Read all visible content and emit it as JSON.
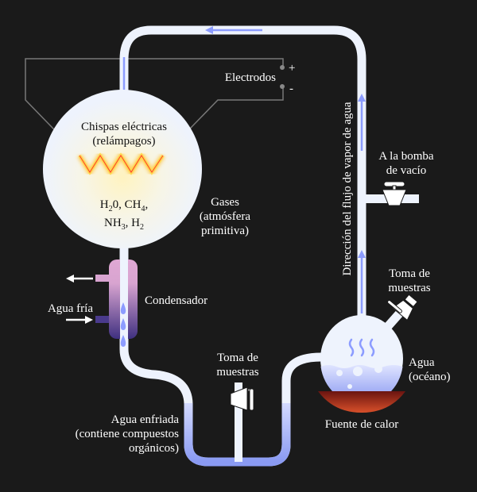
{
  "colors": {
    "background": "#1a1a1a",
    "tube": "#eef3fd",
    "flow_arrow": "#8c9cff",
    "wire": "#777777",
    "spark": "#ff3b2f",
    "heat": "#a0301a"
  },
  "labels": {
    "electrodes": "Electrodos",
    "plus": "+",
    "minus": "-",
    "sparks_1": "Chispas eléctricas",
    "sparks_2": "(relámpagos)",
    "gas_formula_1": [
      "H",
      "2",
      "0, CH",
      "4",
      ","
    ],
    "gas_formula_2": [
      "NH",
      "3",
      ", H",
      "2"
    ],
    "gases_1": "Gases",
    "gases_2": "(atmósfera",
    "gases_3": "primitiva)",
    "flow_direction": "Dirección del flujo de vapor de agua",
    "vacuum_1": "A la bomba",
    "vacuum_2": "de vacío",
    "condenser": "Condensador",
    "cold_water": "Agua fría",
    "sample_left_1": "Toma de",
    "sample_left_2": "muestras",
    "sample_right_1": "Toma de",
    "sample_right_2": "muestras",
    "cooled_1": "Agua enfriada",
    "cooled_2": "(contiene compuestos",
    "cooled_3": "orgánicos)",
    "water_1": "Agua",
    "water_2": "(océano)",
    "heat": "Fuente de calor"
  }
}
